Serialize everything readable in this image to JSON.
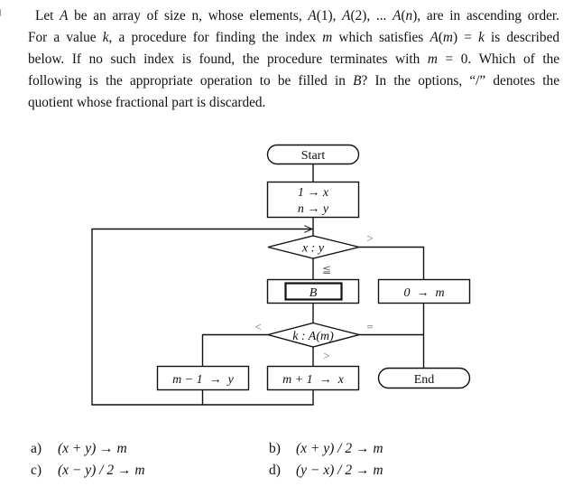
{
  "question": {
    "lines": [
      [
        "Let ",
        {
          "i": "A"
        },
        " be an array of size n, whose elements, ",
        {
          "i": "A"
        },
        "(1), ",
        {
          "i": "A"
        },
        "(2), ... ",
        {
          "i": "A"
        },
        "(",
        {
          "i": "n"
        },
        "), are in ascending order."
      ],
      [
        "For a value ",
        {
          "i": "k"
        },
        ", a procedure for finding the index ",
        {
          "i": "m"
        },
        " which satisfies ",
        {
          "i": "A"
        },
        "(",
        {
          "i": "m"
        },
        ") = ",
        {
          "i": "k"
        },
        " is described"
      ],
      [
        "below. If no such index is found, the procedure terminates with ",
        {
          "i": "m"
        },
        " = 0. Which of the"
      ],
      [
        "following is the appropriate operation to be filled in ",
        {
          "i": "B"
        },
        "? In the options, “/” denotes the"
      ],
      [
        "quotient whose fractional part is discarded."
      ]
    ]
  },
  "flowchart": {
    "start_label": "Start",
    "init_line1": "1 → x",
    "init_line2": "n → y",
    "compare1_label": "x : y",
    "compare1_gt": ">",
    "compare1_le": "≦",
    "blank_label": "B",
    "zero_label": "0  →  m",
    "compare2_label": "k : A(m)",
    "compare2_lt": "<",
    "compare2_eq": "=",
    "compare2_gt": ">",
    "dec_label": "m − 1  →  y",
    "inc_label": "m + 1  →  x",
    "end_label": "End"
  },
  "options": [
    {
      "label": "a)",
      "expr": "(x + y) → m"
    },
    {
      "label": "b)",
      "expr": "(x + y) / 2 → m"
    },
    {
      "label": "c)",
      "expr": "(x − y) / 2 → m"
    },
    {
      "label": "d)",
      "expr": "(y − x) / 2 → m"
    }
  ]
}
